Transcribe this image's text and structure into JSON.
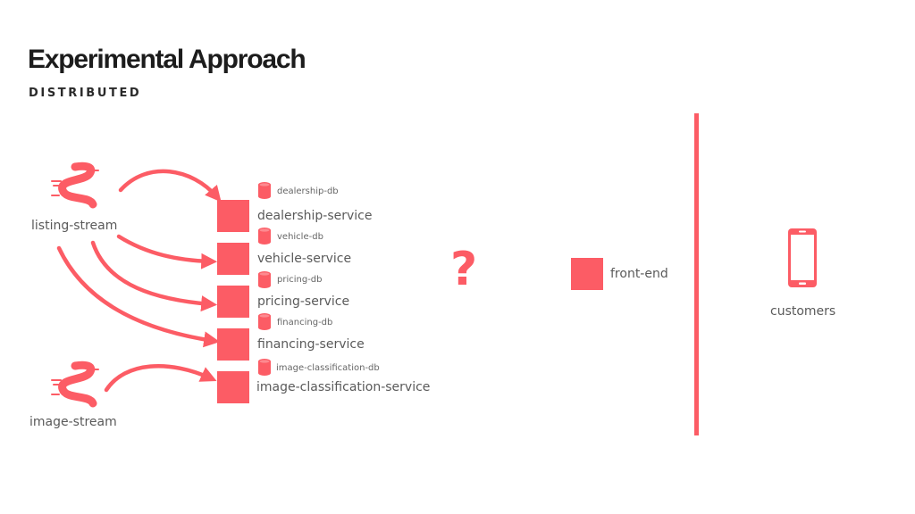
{
  "title": "Experimental Approach",
  "subtitle": "DISTRIBUTED",
  "colors": {
    "accent": "#fc5c65",
    "text": "#1c1c1c",
    "muted": "#5a5a5a"
  },
  "streams": {
    "listing": "listing-stream",
    "image": "image-stream"
  },
  "services": [
    {
      "name": "dealership-service",
      "db": "dealership-db"
    },
    {
      "name": "vehicle-service",
      "db": "vehicle-db"
    },
    {
      "name": "pricing-service",
      "db": "pricing-db"
    },
    {
      "name": "financing-service",
      "db": "financing-db"
    },
    {
      "name": "image-classification-service",
      "db": "image-classification-db"
    }
  ],
  "unknown": "?",
  "frontend": "front-end",
  "customers": "customers",
  "icons": [
    "stream-icon",
    "database-icon",
    "phone-icon",
    "arrow-icon"
  ]
}
